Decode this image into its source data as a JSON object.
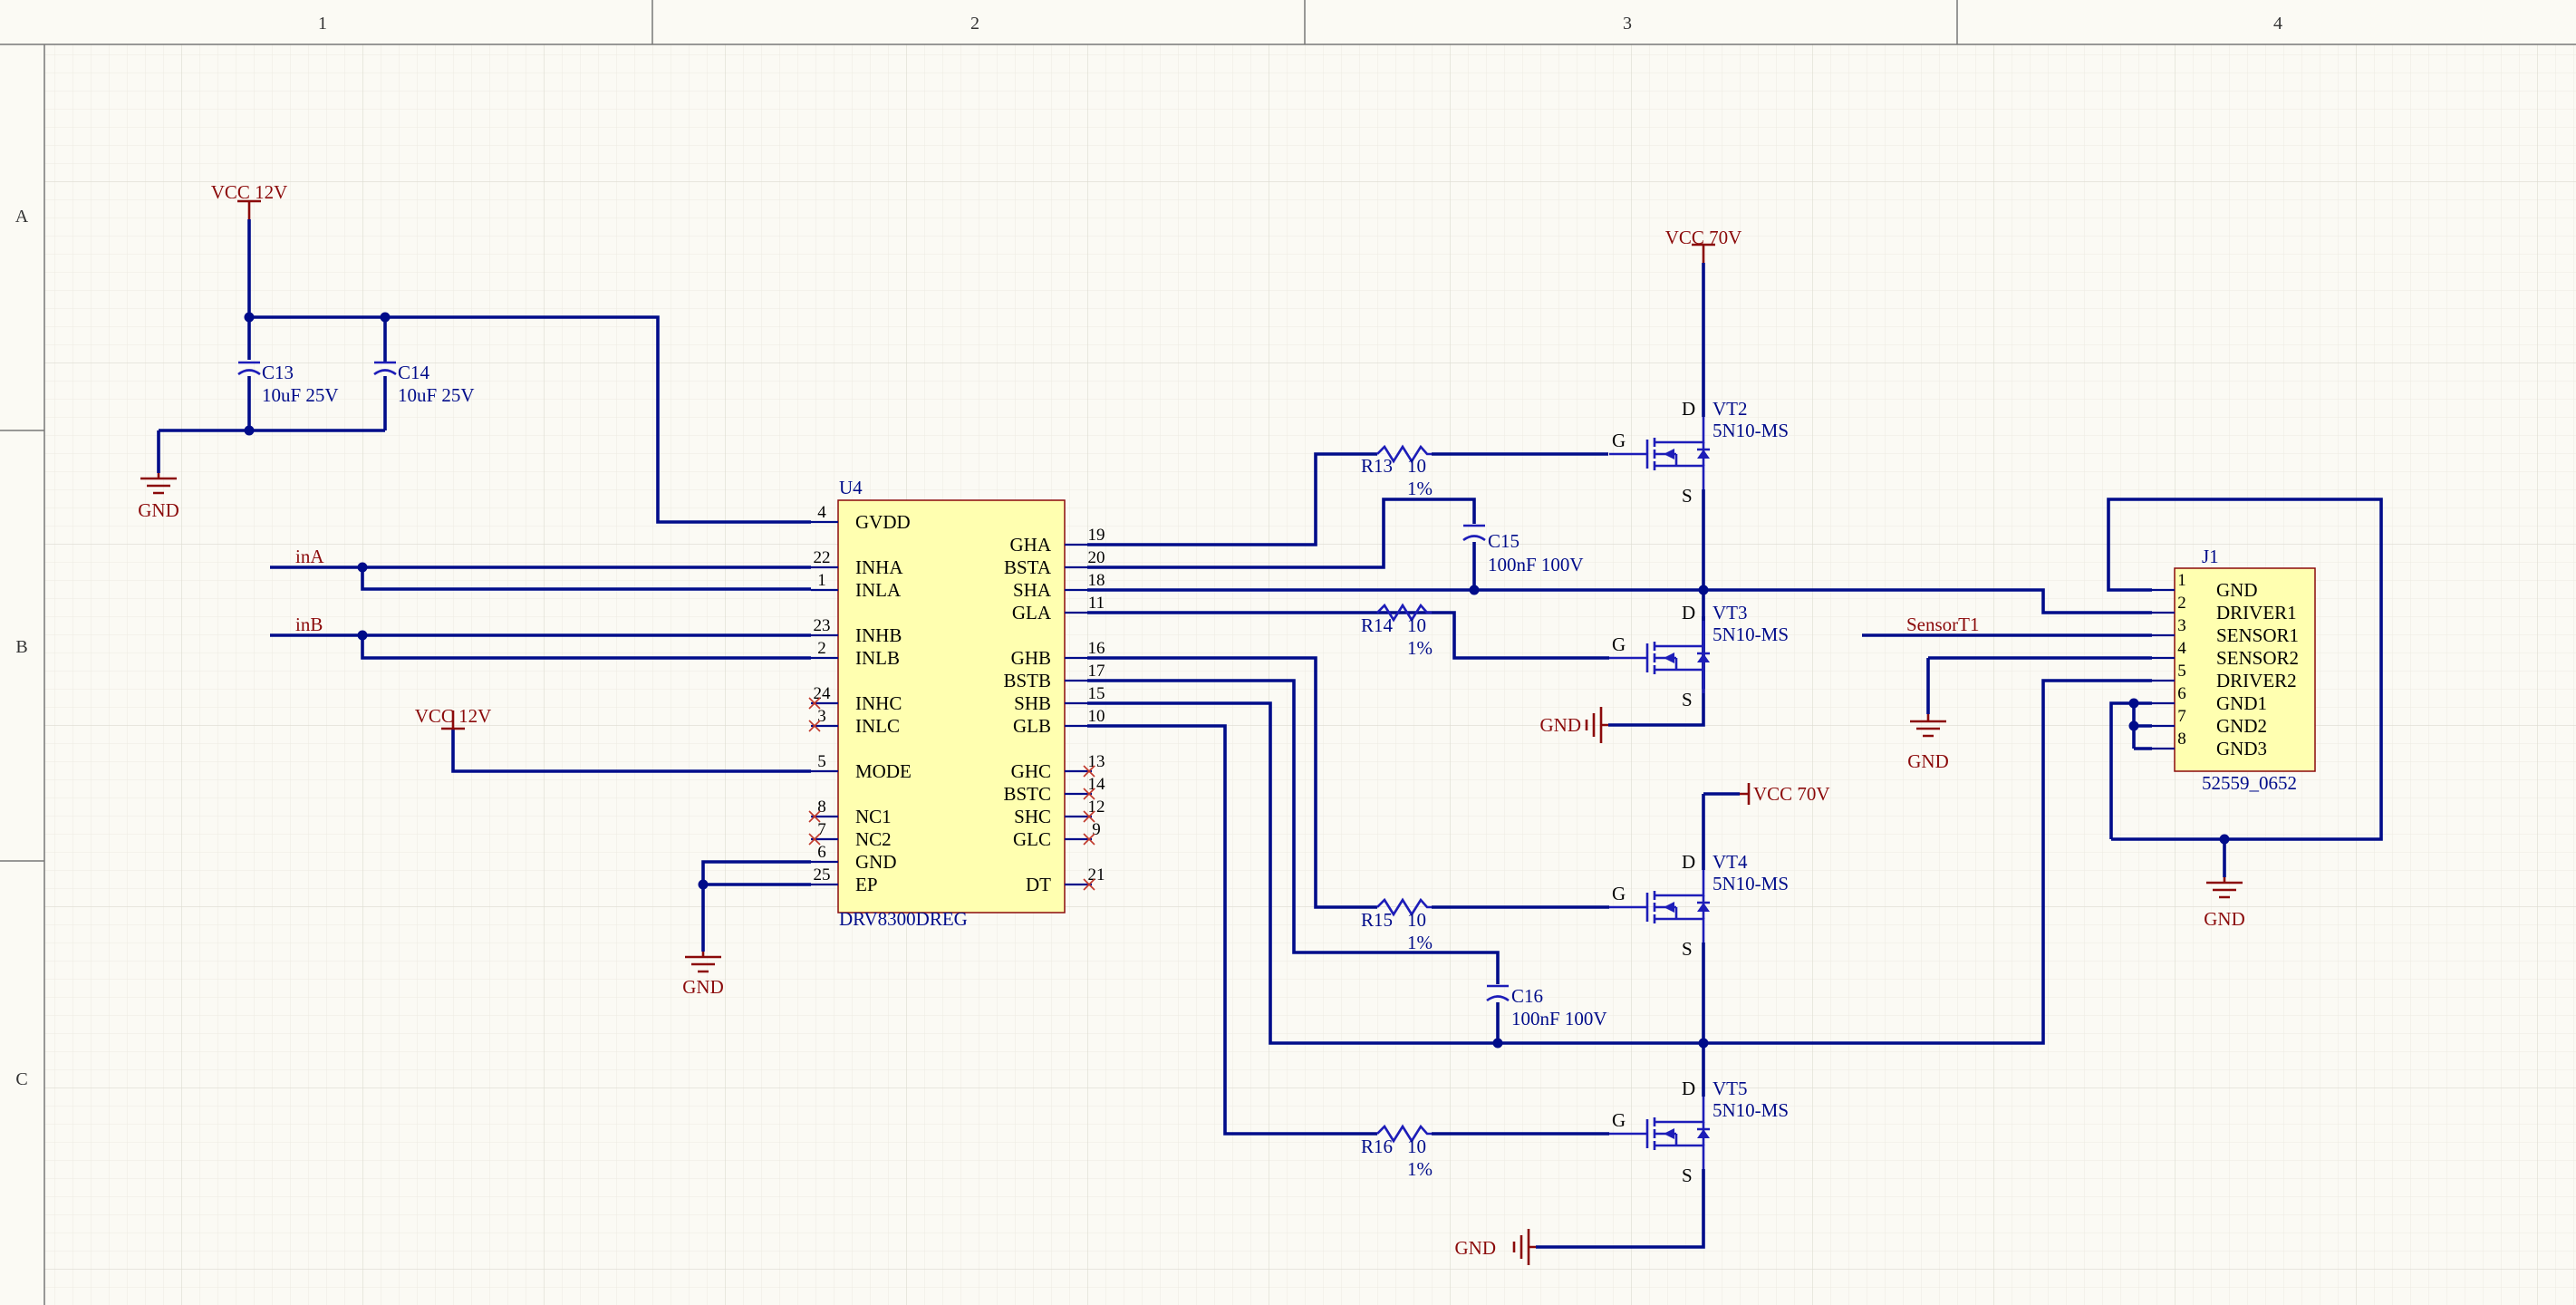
{
  "border": {
    "columns": [
      "1",
      "2",
      "3",
      "4"
    ],
    "rows": [
      "A",
      "B",
      "C"
    ]
  },
  "power_labels": {
    "vcc12_top": "VCC 12V",
    "vcc12_mode": "VCC 12V",
    "vcc70_top": "VCC 70V",
    "vcc70_mid": "VCC 70V",
    "gnd": "GND"
  },
  "nets": {
    "inA": "inA",
    "inB": "inB",
    "sensor": "SensorT1"
  },
  "capacitors": [
    {
      "ref": "C13",
      "value": "10uF 25V"
    },
    {
      "ref": "C14",
      "value": "10uF 25V"
    },
    {
      "ref": "C15",
      "value": "100nF 100V"
    },
    {
      "ref": "C16",
      "value": "100nF 100V"
    }
  ],
  "resistors": [
    {
      "ref": "R13",
      "value": "10",
      "tol": "1%"
    },
    {
      "ref": "R14",
      "value": "10",
      "tol": "1%"
    },
    {
      "ref": "R15",
      "value": "10",
      "tol": "1%"
    },
    {
      "ref": "R16",
      "value": "10",
      "tol": "1%"
    }
  ],
  "mosfets": [
    {
      "ref": "VT2",
      "part": "5N10-MS"
    },
    {
      "ref": "VT3",
      "part": "5N10-MS"
    },
    {
      "ref": "VT4",
      "part": "5N10-MS"
    },
    {
      "ref": "VT5",
      "part": "5N10-MS"
    }
  ],
  "mosfet_pins": {
    "d": "D",
    "g": "G",
    "s": "S"
  },
  "u4": {
    "ref": "U4",
    "part": "DRV8300DREG",
    "left_pins": [
      {
        "num": "4",
        "name": "GVDD"
      },
      {
        "num": "22",
        "name": "INHA"
      },
      {
        "num": "1",
        "name": "INLA"
      },
      {
        "num": "23",
        "name": "INHB"
      },
      {
        "num": "2",
        "name": "INLB"
      },
      {
        "num": "24",
        "name": "INHC"
      },
      {
        "num": "3",
        "name": "INLC"
      },
      {
        "num": "5",
        "name": "MODE"
      },
      {
        "num": "8",
        "name": "NC1"
      },
      {
        "num": "7",
        "name": "NC2"
      },
      {
        "num": "6",
        "name": "GND"
      },
      {
        "num": "25",
        "name": "EP"
      }
    ],
    "right_pins": [
      {
        "num": "19",
        "name": "GHA"
      },
      {
        "num": "20",
        "name": "BSTA"
      },
      {
        "num": "18",
        "name": "SHA"
      },
      {
        "num": "11",
        "name": "GLA"
      },
      {
        "num": "16",
        "name": "GHB"
      },
      {
        "num": "17",
        "name": "BSTB"
      },
      {
        "num": "15",
        "name": "SHB"
      },
      {
        "num": "10",
        "name": "GLB"
      },
      {
        "num": "13",
        "name": "GHC"
      },
      {
        "num": "14",
        "name": "BSTC"
      },
      {
        "num": "12",
        "name": "SHC"
      },
      {
        "num": "9",
        "name": "GLC"
      },
      {
        "num": "21",
        "name": "DT"
      }
    ]
  },
  "j1": {
    "ref": "J1",
    "part": "52559_0652",
    "pins": [
      {
        "num": "1",
        "name": "GND"
      },
      {
        "num": "2",
        "name": "DRIVER1"
      },
      {
        "num": "3",
        "name": "SENSOR1"
      },
      {
        "num": "4",
        "name": "SENSOR2"
      },
      {
        "num": "5",
        "name": "DRIVER2"
      },
      {
        "num": "6",
        "name": "GND1"
      },
      {
        "num": "7",
        "name": "GND2"
      },
      {
        "num": "8",
        "name": "GND3"
      }
    ]
  },
  "colors": {
    "wire": "#000c8a",
    "power": "#8b0a0a",
    "component_fill": "#ffffb0",
    "background": "#fbfaf4"
  }
}
